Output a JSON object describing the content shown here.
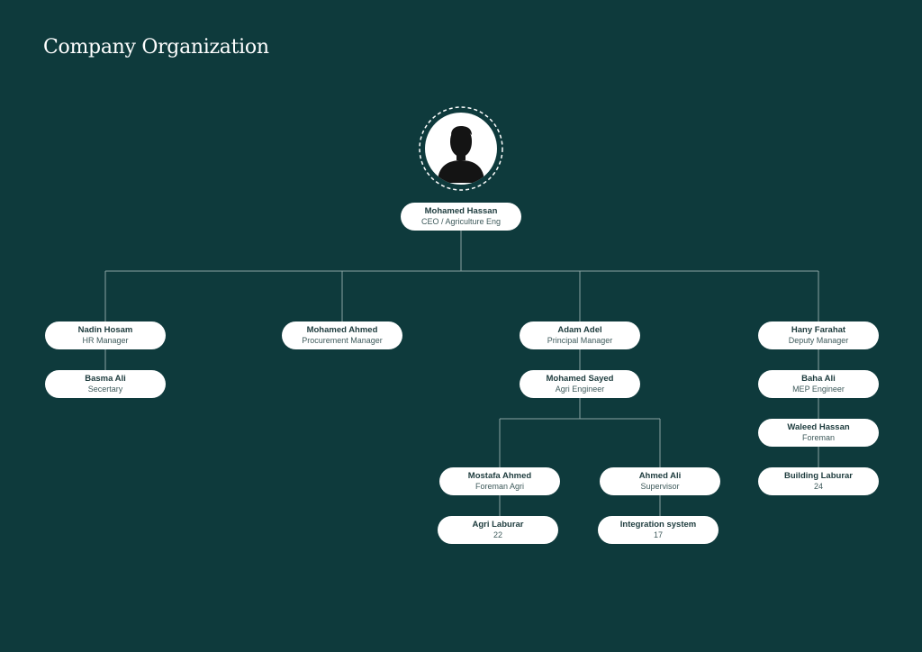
{
  "title": "Company Organization",
  "colors": {
    "background": "#0e3a3c",
    "node_fill": "#ffffff",
    "name_text": "#1d3b3d",
    "role_text": "#3e5a5b",
    "connector": "#8aa3a2"
  },
  "avatar": {
    "icon": "user-silhouette-icon"
  },
  "nodes": {
    "ceo": {
      "name": "Mohamed Hassan",
      "role": "CEO / Agriculture Eng"
    },
    "hr_manager": {
      "name": "Nadin Hosam",
      "role": "HR Manager"
    },
    "secretary": {
      "name": "Basma Ali",
      "role": "Secertary"
    },
    "procurement_manager": {
      "name": "Mohamed Ahmed",
      "role": "Procurement Manager"
    },
    "principal_manager": {
      "name": "Adam Adel",
      "role": "Principal Manager"
    },
    "agri_engineer": {
      "name": "Mohamed Sayed",
      "role": "Agri Engineer"
    },
    "foreman_agri": {
      "name": "Mostafa Ahmed",
      "role": "Foreman Agri"
    },
    "agri_laburar": {
      "name": "Agri Laburar",
      "role": "22"
    },
    "supervisor": {
      "name": "Ahmed Ali",
      "role": "Supervisor"
    },
    "integration_system": {
      "name": "Integration system",
      "role": "17"
    },
    "deputy_manager": {
      "name": "Hany Farahat",
      "role": "Deputy Manager"
    },
    "mep_engineer": {
      "name": "Baha Ali",
      "role": "MEP Engineer"
    },
    "foreman": {
      "name": "Waleed Hassan",
      "role": "Foreman"
    },
    "building_laburar": {
      "name": "Building Laburar",
      "role": "24"
    }
  }
}
